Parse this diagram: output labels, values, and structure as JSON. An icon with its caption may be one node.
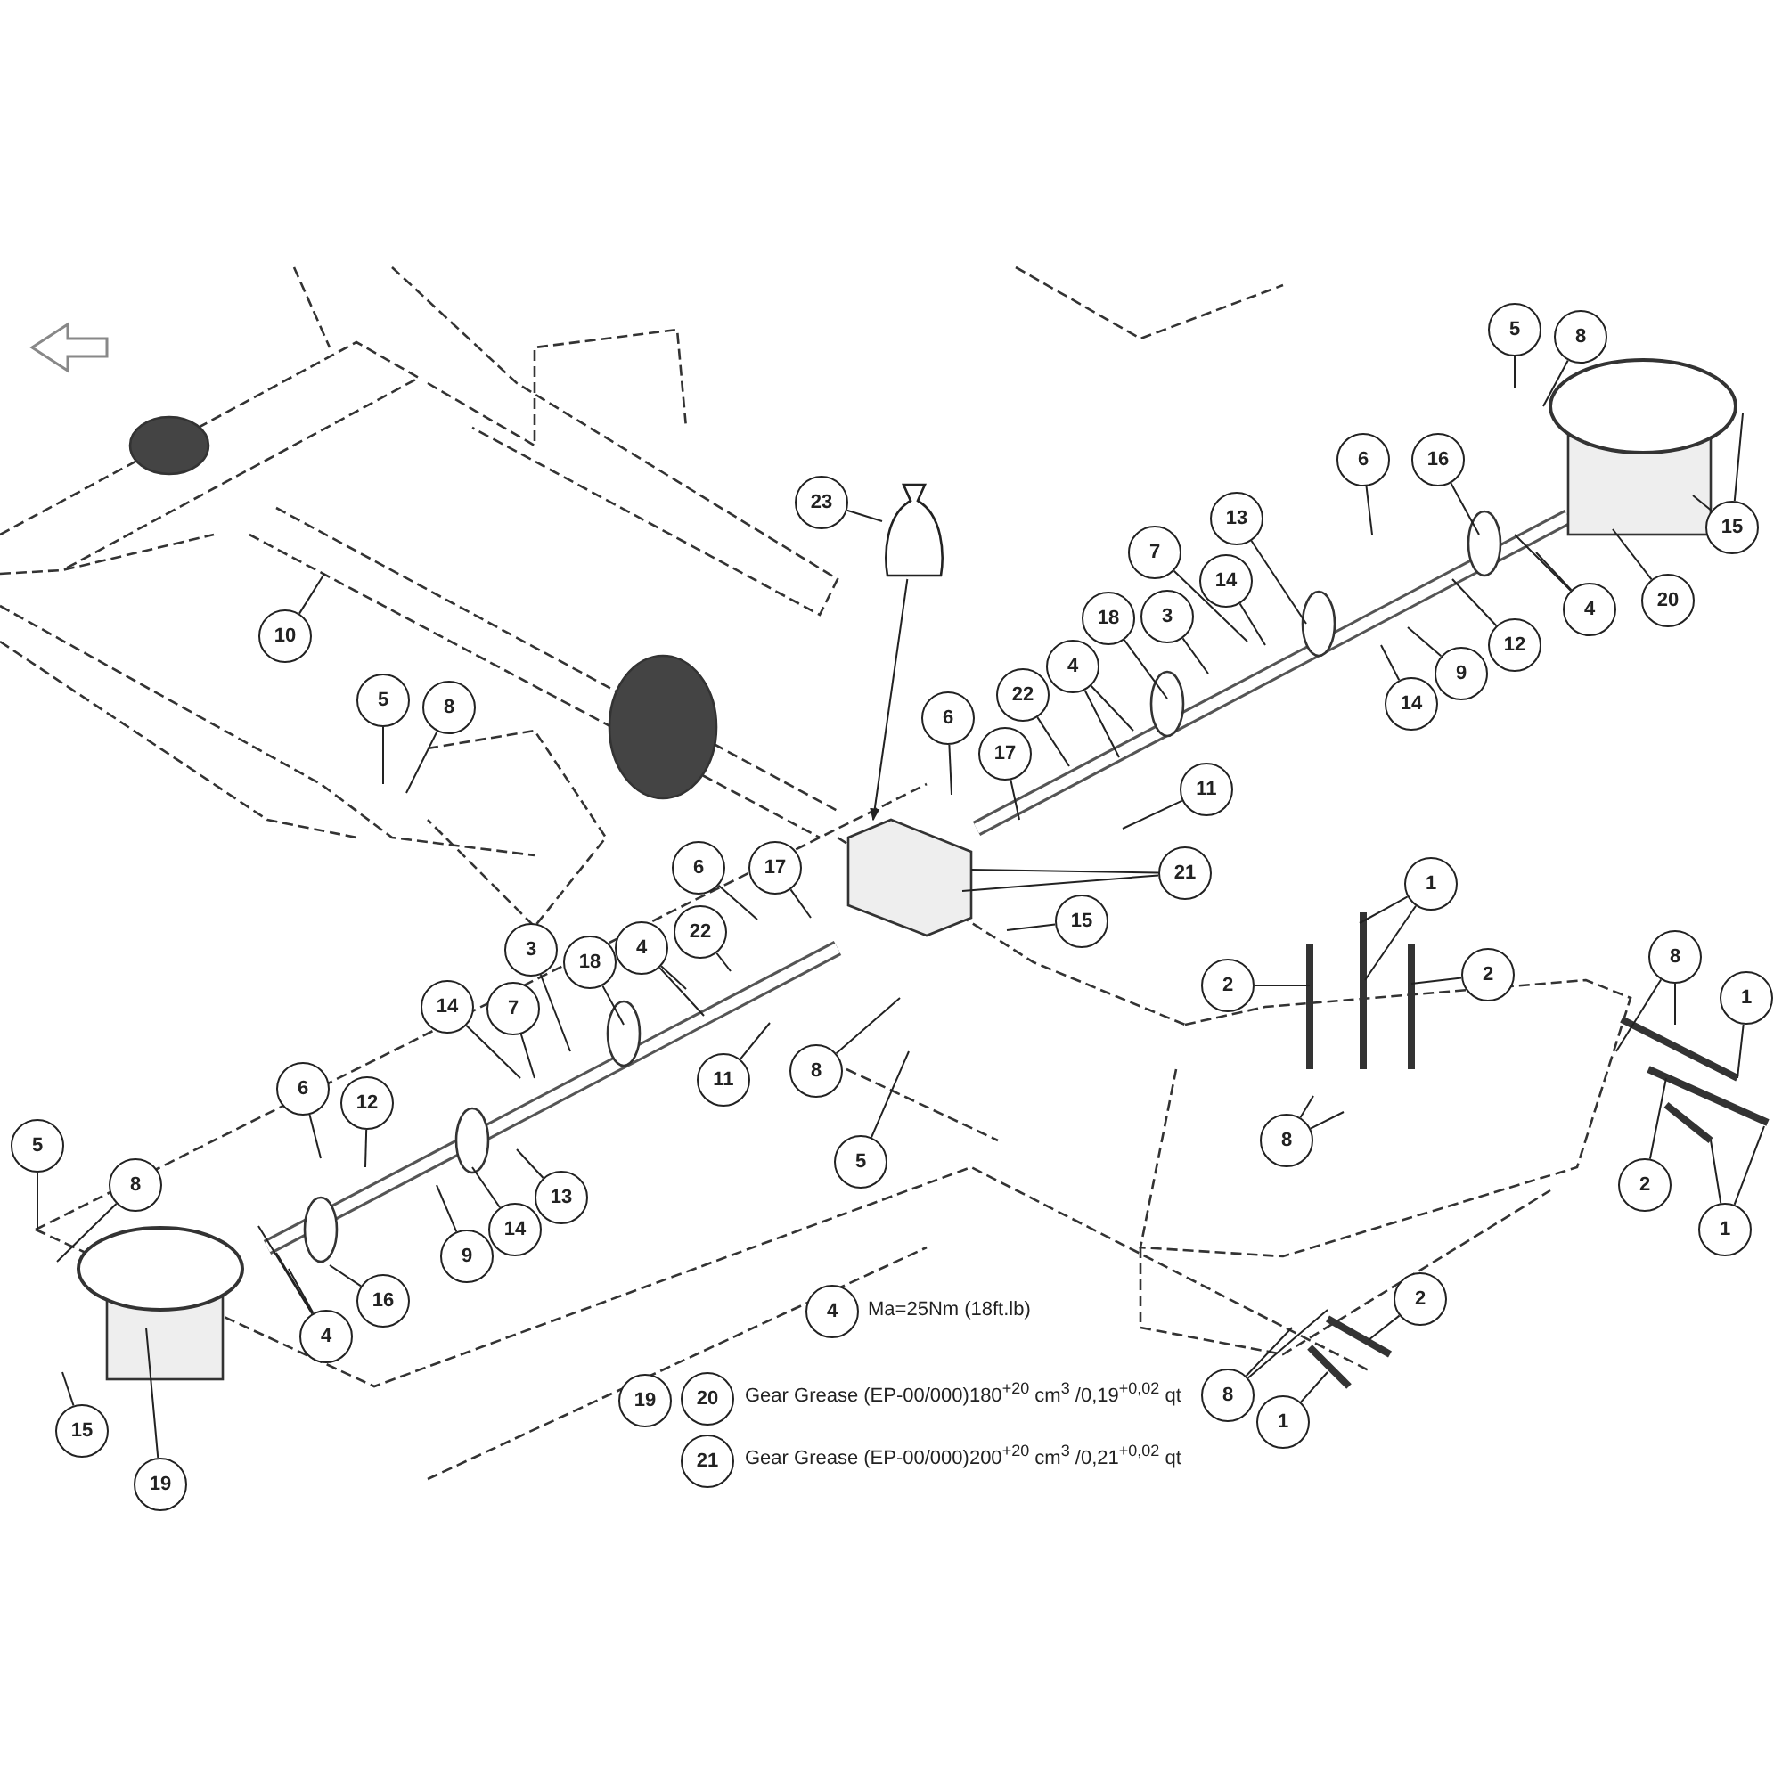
{
  "diagram": {
    "nodes": [
      {
        "text": [
          "5"
        ]
      },
      {
        "text": [
          "8"
        ]
      },
      {
        "text": [
          "6"
        ]
      },
      {
        "text": [
          "16"
        ]
      },
      {
        "text": [
          "23"
        ]
      },
      {
        "text": [],
        "shape": "bag"
      },
      {
        "text": [
          "13"
        ]
      },
      {
        "text": [
          "15"
        ]
      },
      {
        "text": [
          "7"
        ]
      },
      {
        "text": [
          "14"
        ]
      },
      {
        "text": [
          "4"
        ]
      },
      {
        "text": [
          "20"
        ]
      },
      {
        "text": [
          "18"
        ]
      },
      {
        "text": [
          "3"
        ]
      },
      {
        "text": [
          "10"
        ]
      },
      {
        "text": [
          "12"
        ]
      },
      {
        "text": [
          "4"
        ]
      },
      {
        "text": [
          "9"
        ]
      },
      {
        "text": [
          "22"
        ]
      },
      {
        "text": [
          "5"
        ]
      },
      {
        "text": [
          "8"
        ]
      },
      {
        "text": [
          "14"
        ]
      },
      {
        "text": [
          "6"
        ]
      },
      {
        "text": [
          "17"
        ]
      },
      {
        "text": [
          "11"
        ]
      },
      {
        "text": [
          "6"
        ]
      },
      {
        "text": [
          "17"
        ]
      },
      {
        "text": [
          "21"
        ]
      },
      {
        "text": [
          "1"
        ]
      },
      {
        "text": [
          "15"
        ]
      },
      {
        "text": [
          "22"
        ]
      },
      {
        "text": [
          "4"
        ]
      },
      {
        "text": [
          "3"
        ]
      },
      {
        "text": [
          "18"
        ]
      },
      {
        "text": [
          "8"
        ]
      },
      {
        "text": [
          "2"
        ]
      },
      {
        "text": [
          "2"
        ]
      },
      {
        "text": [
          "1"
        ]
      },
      {
        "text": [
          "14"
        ]
      },
      {
        "text": [
          "7"
        ]
      },
      {
        "text": [
          "8"
        ]
      },
      {
        "text": [
          "11"
        ]
      },
      {
        "text": [
          "6"
        ]
      },
      {
        "text": [
          "12"
        ]
      },
      {
        "text": [
          "8"
        ]
      },
      {
        "text": [
          "5"
        ]
      },
      {
        "text": [
          "5"
        ]
      },
      {
        "text": [
          "8"
        ]
      },
      {
        "text": [
          "2"
        ]
      },
      {
        "text": [
          "13"
        ]
      },
      {
        "text": [
          "14"
        ]
      },
      {
        "text": [
          "1"
        ]
      },
      {
        "text": [
          "9"
        ]
      },
      {
        "text": [
          "16"
        ]
      },
      {
        "text": [
          "2"
        ]
      },
      {
        "text": [
          "4"
        ],
        "beside": [
          "Ma=25Nm (18ft.lb)"
        ]
      },
      {
        "text": [
          "4"
        ]
      },
      {
        "text": [
          "19"
        ]
      },
      {
        "text": [
          "20"
        ],
        "beside": [
          "Gear Grease (EP-00/000)180$^{+20}$ cm$^{3}$ /0,19$^{+0,02}$ qt"
        ]
      },
      {
        "text": [
          "8"
        ]
      },
      {
        "text": [
          "15"
        ]
      },
      {
        "text": [
          "1"
        ]
      },
      {
        "text": [
          "21"
        ],
        "beside": [
          "Gear Grease (EP-00/000)200$^{+20}$ cm$^{3}$ /0,21$^{+0,02}$ qt"
        ]
      },
      {
        "text": [
          "19"
        ]
      }
    ],
    "edges": [
      {
        "from": 0,
        "to": null,
        "arrow": "none"
      },
      {
        "from": 1,
        "to": null,
        "arrow": "none"
      },
      {
        "from": 2,
        "to": null,
        "arrow": "none"
      },
      {
        "from": 3,
        "to": null,
        "arrow": "none"
      },
      {
        "from": 4,
        "to": 5,
        "arrow": "none"
      },
      {
        "from": 5,
        "to": null,
        "arrow": "to"
      },
      {
        "from": 6,
        "to": null,
        "arrow": "none"
      },
      {
        "from": 7,
        "to": null,
        "arrow": "none"
      },
      {
        "from": 7,
        "to": null,
        "arrow": "none"
      },
      {
        "from": 8,
        "to": null,
        "arrow": "none"
      },
      {
        "from": 9,
        "to": null,
        "arrow": "none"
      },
      {
        "from": 10,
        "to": null,
        "arrow": "none"
      },
      {
        "from": 10,
        "to": null,
        "arrow": "none"
      },
      {
        "from": 11,
        "to": null,
        "arrow": "none"
      },
      {
        "from": 12,
        "to": null,
        "arrow": "none"
      },
      {
        "from": 13,
        "to": null,
        "arrow": "none"
      },
      {
        "from": 14,
        "to": null,
        "arrow": "none"
      },
      {
        "from": 15,
        "to": null,
        "arrow": "none"
      },
      {
        "from": 16,
        "to": null,
        "arrow": "none"
      },
      {
        "from": 16,
        "to": null,
        "arrow": "none"
      },
      {
        "from": 17,
        "to": null,
        "arrow": "none"
      },
      {
        "from": 18,
        "to": null,
        "arrow": "none"
      },
      {
        "from": 19,
        "to": null,
        "arrow": "none"
      },
      {
        "from": 20,
        "to": null,
        "arrow": "none"
      },
      {
        "from": 21,
        "to": null,
        "arrow": "none"
      },
      {
        "from": 22,
        "to": null,
        "arrow": "none"
      },
      {
        "from": 23,
        "to": null,
        "arrow": "none"
      },
      {
        "from": 24,
        "to": null,
        "arrow": "none"
      },
      {
        "from": 25,
        "to": null,
        "arrow": "none"
      },
      {
        "from": 26,
        "to": null,
        "arrow": "none"
      },
      {
        "from": 27,
        "to": null,
        "arrow": "none"
      },
      {
        "from": 27,
        "to": null,
        "arrow": "none"
      },
      {
        "from": 28,
        "to": null,
        "arrow": "none"
      },
      {
        "from": 28,
        "to": null,
        "arrow": "none"
      },
      {
        "from": 29,
        "to": null,
        "arrow": "none"
      },
      {
        "from": 30,
        "to": null,
        "arrow": "none"
      },
      {
        "from": 31,
        "to": null,
        "arrow": "none"
      },
      {
        "from": 31,
        "to": null,
        "arrow": "none"
      },
      {
        "from": 32,
        "to": null,
        "arrow": "none"
      },
      {
        "from": 33,
        "to": null,
        "arrow": "none"
      },
      {
        "from": 34,
        "to": null,
        "arrow": "none"
      },
      {
        "from": 34,
        "to": null,
        "arrow": "none"
      },
      {
        "from": 35,
        "to": null,
        "arrow": "none"
      },
      {
        "from": 36,
        "to": null,
        "arrow": "none"
      },
      {
        "from": 37,
        "to": null,
        "arrow": "none"
      },
      {
        "from": 38,
        "to": null,
        "arrow": "none"
      },
      {
        "from": 39,
        "to": null,
        "arrow": "none"
      },
      {
        "from": 40,
        "to": null,
        "arrow": "none"
      },
      {
        "from": 41,
        "to": null,
        "arrow": "none"
      },
      {
        "from": 42,
        "to": null,
        "arrow": "none"
      },
      {
        "from": 43,
        "to": null,
        "arrow": "none"
      },
      {
        "from": 44,
        "to": null,
        "arrow": "none"
      },
      {
        "from": 44,
        "to": null,
        "arrow": "none"
      },
      {
        "from": 45,
        "to": null,
        "arrow": "none"
      },
      {
        "from": 46,
        "to": null,
        "arrow": "none"
      },
      {
        "from": 47,
        "to": null,
        "arrow": "none"
      },
      {
        "from": 48,
        "to": null,
        "arrow": "none"
      },
      {
        "from": 49,
        "to": null,
        "arrow": "none"
      },
      {
        "from": 50,
        "to": null,
        "arrow": "none"
      },
      {
        "from": 51,
        "to": null,
        "arrow": "none"
      },
      {
        "from": 51,
        "to": null,
        "arrow": "none"
      },
      {
        "from": 52,
        "to": null,
        "arrow": "none"
      },
      {
        "from": 53,
        "to": null,
        "arrow": "none"
      },
      {
        "from": 54,
        "to": null,
        "arrow": "none"
      },
      {
        "from": 56,
        "to": null,
        "arrow": "none"
      },
      {
        "from": 56,
        "to": null,
        "arrow": "none"
      },
      {
        "from": 56,
        "to": null,
        "arrow": "none"
      },
      {
        "from": 59,
        "to": null,
        "arrow": "none"
      },
      {
        "from": 59,
        "to": null,
        "arrow": "none"
      },
      {
        "from": 60,
        "to": null,
        "arrow": "none"
      },
      {
        "from": 61,
        "to": null,
        "arrow": "none"
      },
      {
        "from": 63,
        "to": null,
        "arrow": "none"
      }
    ]
  }
}
